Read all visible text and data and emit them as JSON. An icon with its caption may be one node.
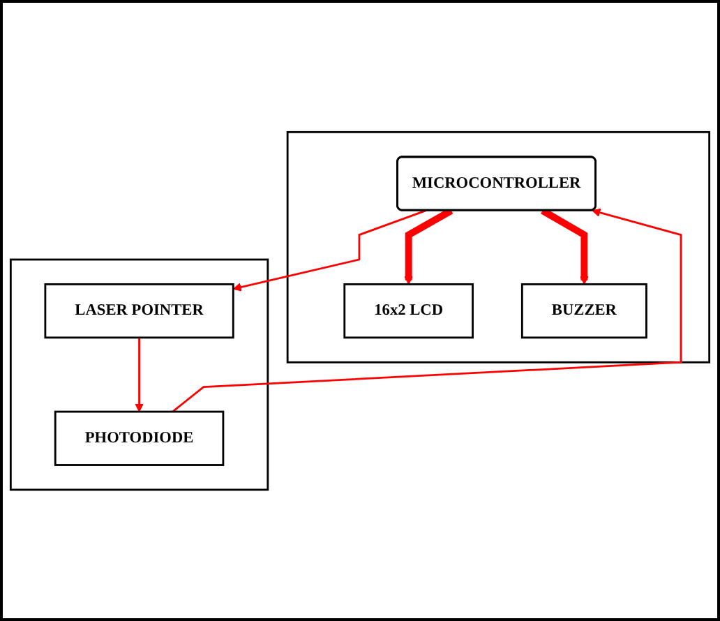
{
  "diagram": {
    "nodes": [
      {
        "text": [],
        "shape": "box"
      },
      {
        "text": [
          "16x2  LCD"
        ],
        "in": 0
      },
      {
        "text": [
          "MICROCONTROLLER"
        ],
        "in": 0
      },
      {
        "text": [
          "BUZZER"
        ],
        "in": 0
      },
      {
        "text": [],
        "shape": "box"
      },
      {
        "text": [
          "PHOTODIODE"
        ],
        "in": 4
      },
      {
        "text": [
          "LASER POINTER"
        ],
        "in": 4
      }
    ],
    "edges": [
      {
        "from": 2,
        "to": 1,
        "arrow": "to",
        "style": "thick"
      },
      {
        "from": 2,
        "to": 3,
        "arrow": "to",
        "style": "thick"
      },
      {
        "from": 5,
        "to": 2,
        "arrow": "to"
      },
      {
        "from": 2,
        "to": 6,
        "arrow": "to"
      },
      {
        "from": 6,
        "to": 5,
        "arrow": "to"
      }
    ]
  }
}
